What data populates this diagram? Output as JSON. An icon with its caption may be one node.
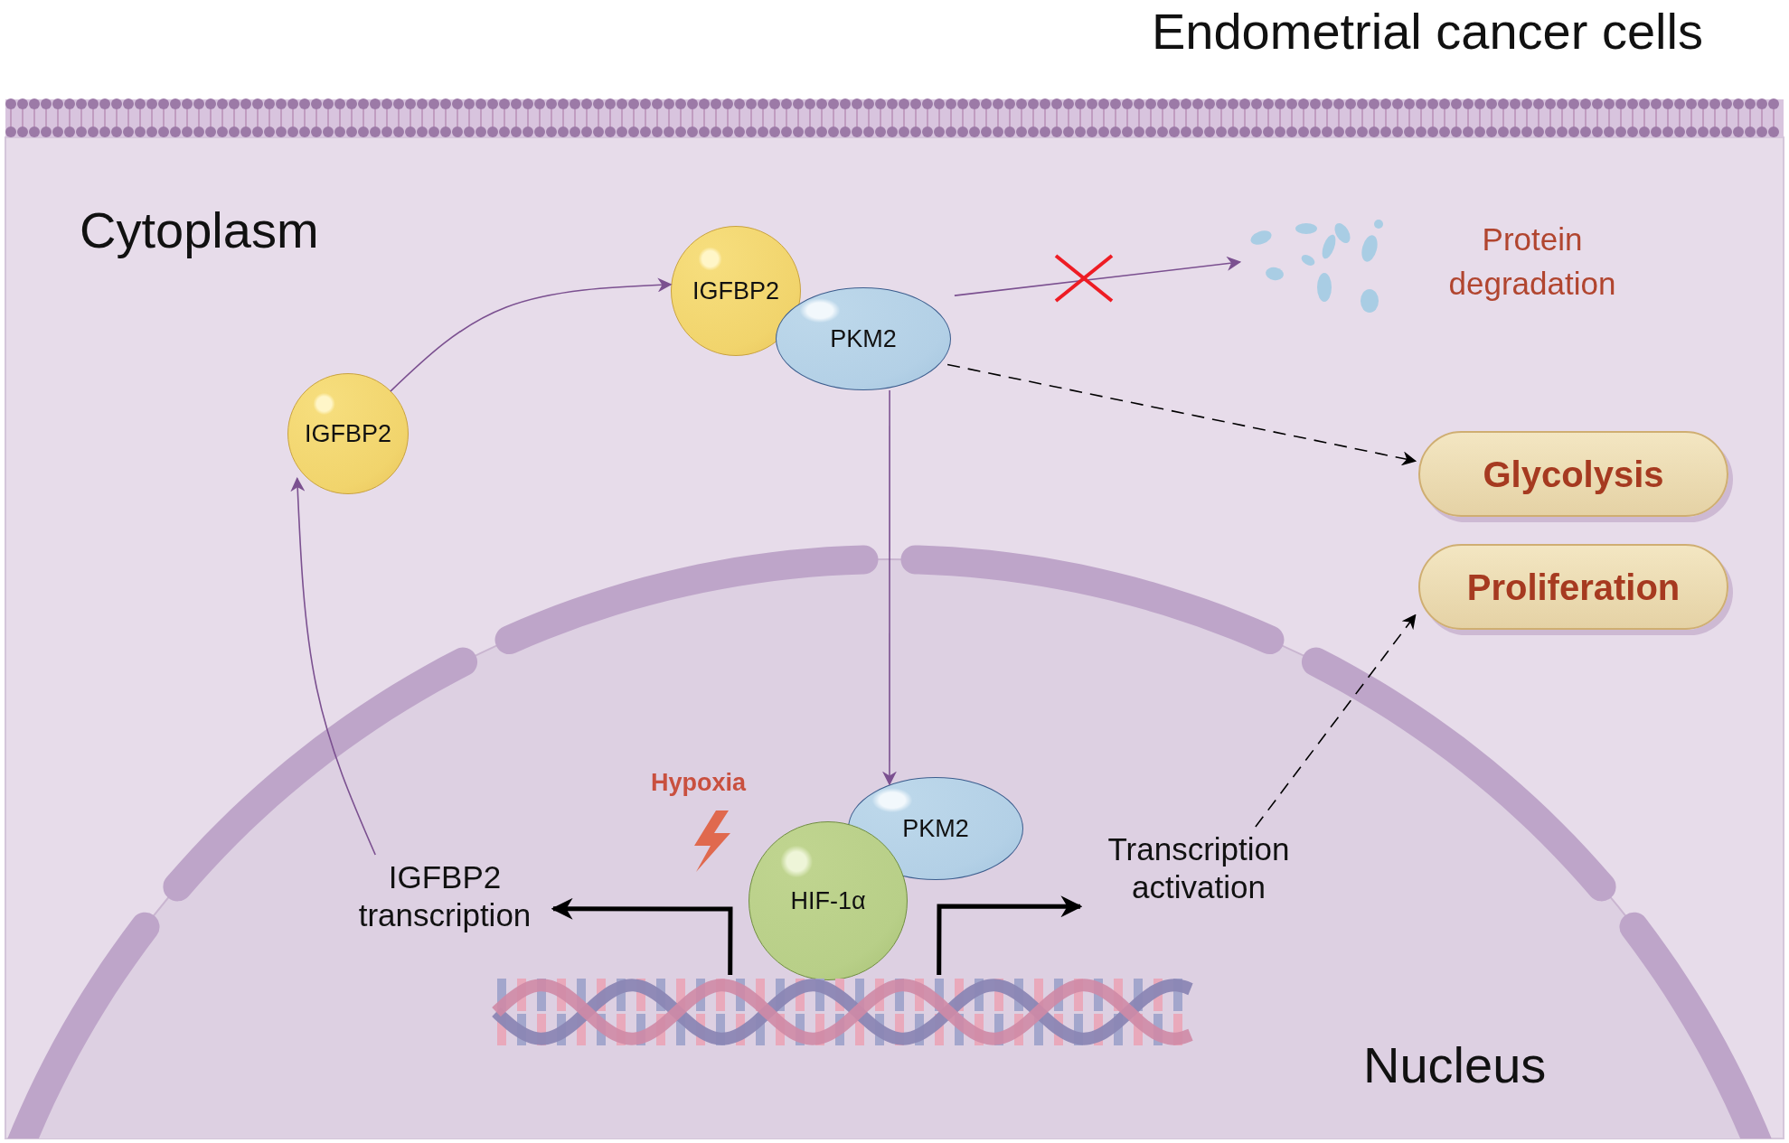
{
  "diagram": {
    "title": "Endometrial cancer cells",
    "nodes": [
      {
        "text": [
          "IGFBP2"
        ]
      },
      {
        "text": [
          "IGFBP2"
        ]
      },
      {
        "text": [
          "PKM2"
        ]
      },
      {
        "text": [],
        "shape": "picture",
        "beside": [
          "Protein degradation"
        ]
      },
      {
        "text": [
          "Glycolysis"
        ]
      },
      {
        "text": [
          "Proliferation"
        ]
      },
      {
        "text": [
          "PKM2"
        ]
      },
      {
        "text": [
          "HIF-1α"
        ]
      },
      {
        "text": [
          "IGFBP2 transcription"
        ]
      },
      {
        "text": [
          "Transcription activation"
        ]
      },
      {
        "text": [],
        "shape": "picture"
      }
    ],
    "edges": [
      {
        "from": 0,
        "to": 1,
        "arrow": "to"
      },
      {
        "from": 2,
        "to": 3,
        "arrow": "to"
      },
      {
        "from": 2,
        "to": 4,
        "arrow": "to",
        "style": "dashed",
        "color": "#000000"
      },
      {
        "from": 2,
        "to": 6,
        "arrow": "to"
      },
      {
        "from": 10,
        "to": 8,
        "arrow": "to",
        "style": "thick",
        "color": "#000000"
      },
      {
        "from": 8,
        "to": 0,
        "arrow": "to"
      },
      {
        "from": 10,
        "to": 9,
        "arrow": "to",
        "style": "thick",
        "color": "#000000"
      },
      {
        "from": 9,
        "to": 5,
        "arrow": "to",
        "style": "dashed",
        "color": "#000000"
      }
    ],
    "labels": [
      "Cytoplasm",
      "Hypoxia",
      "Nucleus"
    ]
  }
}
